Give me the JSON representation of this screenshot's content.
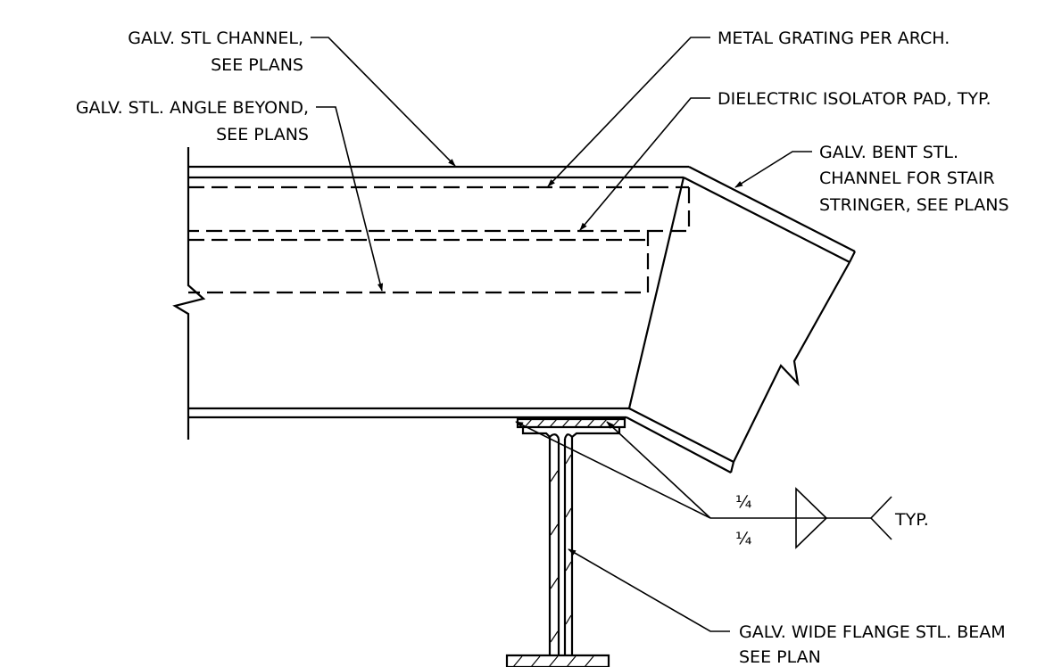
{
  "labels": {
    "channel_line1": "GALV. STL CHANNEL,",
    "channel_line2": "SEE PLANS",
    "angle_line1": "GALV. STL. ANGLE BEYOND,",
    "angle_line2": "SEE PLANS",
    "grating": "METAL GRATING PER ARCH.",
    "isolator": "DIELECTRIC ISOLATOR PAD, TYP.",
    "bent_line1": "GALV. BENT STL.",
    "bent_line2": "CHANNEL FOR STAIR",
    "bent_line3": "STRINGER, SEE PLANS",
    "beam_line1": "GALV. WIDE FLANGE STL. BEAM",
    "beam_line2": "SEE PLAN"
  },
  "weld": {
    "size_top": "¼",
    "size_bottom": "¼",
    "tail_note": "TYP."
  }
}
